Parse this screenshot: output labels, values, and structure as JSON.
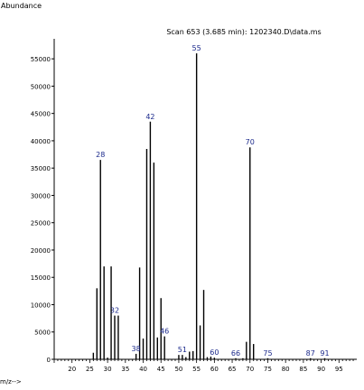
{
  "chart_data": {
    "type": "bar",
    "subtitle": "Scan 653 (3.685 min): 1202340.D\\data.ms",
    "ylabel": "Abundance",
    "xlabel": "m/z-->",
    "xlim": [
      15,
      100
    ],
    "ylim": [
      0,
      58000
    ],
    "xticks": [
      20,
      25,
      30,
      35,
      40,
      45,
      50,
      55,
      60,
      65,
      70,
      75,
      80,
      85,
      90,
      95
    ],
    "yticks": [
      0,
      5000,
      10000,
      15000,
      20000,
      25000,
      30000,
      35000,
      40000,
      45000,
      50000,
      55000
    ],
    "grid": false,
    "colors": {
      "bar": "#000000",
      "peak_label": "#1c2a8c",
      "axis": "#000000"
    },
    "peaks": [
      {
        "mz": 26,
        "abundance": 1200
      },
      {
        "mz": 27,
        "abundance": 13000
      },
      {
        "mz": 28,
        "abundance": 36500
      },
      {
        "mz": 29,
        "abundance": 17000
      },
      {
        "mz": 30,
        "abundance": 300
      },
      {
        "mz": 31,
        "abundance": 17000
      },
      {
        "mz": 32,
        "abundance": 8000
      },
      {
        "mz": 33,
        "abundance": 8000
      },
      {
        "mz": 38,
        "abundance": 1000
      },
      {
        "mz": 39,
        "abundance": 16800
      },
      {
        "mz": 40,
        "abundance": 3800
      },
      {
        "mz": 41,
        "abundance": 38500
      },
      {
        "mz": 42,
        "abundance": 43500
      },
      {
        "mz": 43,
        "abundance": 36000
      },
      {
        "mz": 44,
        "abundance": 4000
      },
      {
        "mz": 45,
        "abundance": 11200
      },
      {
        "mz": 46,
        "abundance": 4200
      },
      {
        "mz": 50,
        "abundance": 800
      },
      {
        "mz": 51,
        "abundance": 800
      },
      {
        "mz": 52,
        "abundance": 400
      },
      {
        "mz": 53,
        "abundance": 1400
      },
      {
        "mz": 54,
        "abundance": 1500
      },
      {
        "mz": 55,
        "abundance": 56000
      },
      {
        "mz": 56,
        "abundance": 6200
      },
      {
        "mz": 57,
        "abundance": 12700
      },
      {
        "mz": 58,
        "abundance": 400
      },
      {
        "mz": 59,
        "abundance": 500
      },
      {
        "mz": 60,
        "abundance": 300
      },
      {
        "mz": 66,
        "abundance": 200
      },
      {
        "mz": 68,
        "abundance": 200
      },
      {
        "mz": 69,
        "abundance": 3200
      },
      {
        "mz": 70,
        "abundance": 38800
      },
      {
        "mz": 71,
        "abundance": 2800
      },
      {
        "mz": 75,
        "abundance": 200
      },
      {
        "mz": 87,
        "abundance": 200
      },
      {
        "mz": 91,
        "abundance": 200
      }
    ],
    "peak_labels": [
      {
        "mz": 28,
        "abundance": 36500,
        "text": "28"
      },
      {
        "mz": 32,
        "abundance": 8000,
        "text": "32"
      },
      {
        "mz": 38,
        "abundance": 1000,
        "text": "38"
      },
      {
        "mz": 42,
        "abundance": 43500,
        "text": "42"
      },
      {
        "mz": 46,
        "abundance": 4200,
        "text": "46"
      },
      {
        "mz": 51,
        "abundance": 800,
        "text": "51"
      },
      {
        "mz": 55,
        "abundance": 56000,
        "text": "55"
      },
      {
        "mz": 60,
        "abundance": 300,
        "text": "60"
      },
      {
        "mz": 66,
        "abundance": 200,
        "text": "66"
      },
      {
        "mz": 70,
        "abundance": 38800,
        "text": "70"
      },
      {
        "mz": 75,
        "abundance": 200,
        "text": "75"
      },
      {
        "mz": 87,
        "abundance": 200,
        "text": "87"
      },
      {
        "mz": 91,
        "abundance": 200,
        "text": "91"
      }
    ]
  }
}
